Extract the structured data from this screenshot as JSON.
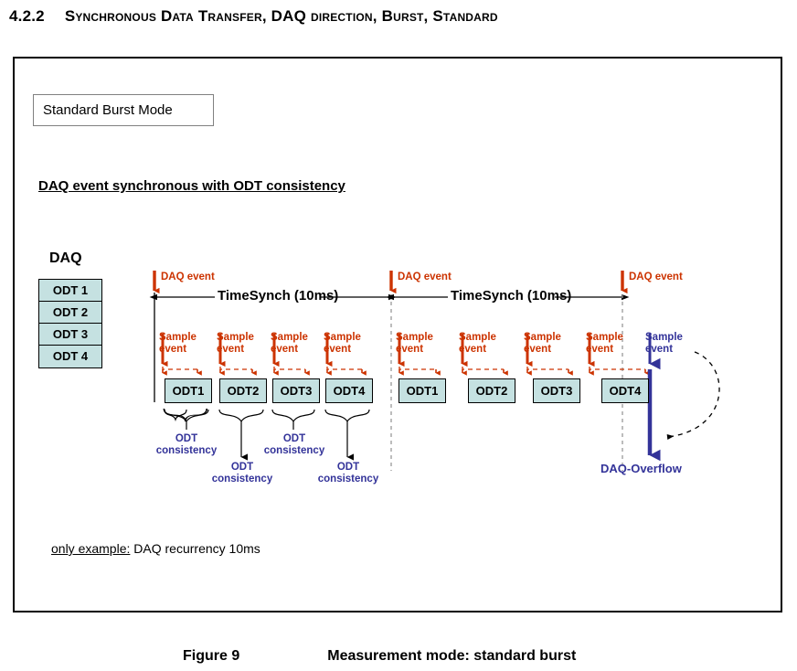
{
  "heading": {
    "number": "4.2.2",
    "title": "Synchronous Data Transfer, DAQ direction, Burst, Standard"
  },
  "figure": {
    "mode_box_label": "Standard Burst Mode",
    "subtitle": "DAQ event synchronous with ODT consistency",
    "daq_label": "DAQ",
    "daq_table_rows": [
      "ODT 1",
      "ODT 2",
      "ODT 3",
      "ODT 4"
    ],
    "footnote_underlined": "only example:",
    "footnote_rest": " DAQ recurrency 10ms"
  },
  "timeline": {
    "cycles": [
      {
        "daq_event_label": "DAQ event",
        "timesynch_label": "TimeSynch (10ms)",
        "sample_event_label_line1": "Sample",
        "sample_event_label_line2": "event",
        "odt_boxes": [
          "ODT1",
          "ODT2",
          "ODT3",
          "ODT4"
        ],
        "sample_events": [
          "Sample event",
          "Sample event",
          "Sample event",
          "Sample event"
        ],
        "consistency_labels": [
          {
            "line1": "ODT",
            "line2": "consistency"
          },
          {
            "line1": "ODT",
            "line2": "consistency"
          },
          {
            "line1": "ODT",
            "line2": "consistency"
          },
          {
            "line1": "ODT",
            "line2": "consistency"
          }
        ]
      },
      {
        "daq_event_label": "DAQ event",
        "timesynch_label": "TimeSynch (10ms)",
        "odt_boxes": [
          "ODT1",
          "ODT2",
          "ODT3",
          "ODT4"
        ],
        "sample_events": [
          "Sample event",
          "Sample event",
          "Sample event",
          "Sample event",
          "Sample event"
        ],
        "end_daq_event_label": "DAQ event"
      }
    ],
    "overflow_label": "DAQ-Overflow"
  },
  "labels": {
    "daq_event": "DAQ event",
    "timesynch": "TimeSynch (10ms)",
    "sample_l1": "Sample",
    "sample_l2": "event",
    "odt_l1": "ODT",
    "odt_l2": "consistency",
    "overflow": "DAQ-Overflow"
  },
  "caption": {
    "figure_number": "Figure 9",
    "figure_title": "Measurement mode: standard burst"
  },
  "colors": {
    "odt_fill": "#c5e1e1",
    "event_orange": "#cc3300",
    "consistency_blue": "#333399",
    "overflow_blue": "#333399",
    "frame_black": "#000000",
    "dashed_gray": "#999999"
  }
}
